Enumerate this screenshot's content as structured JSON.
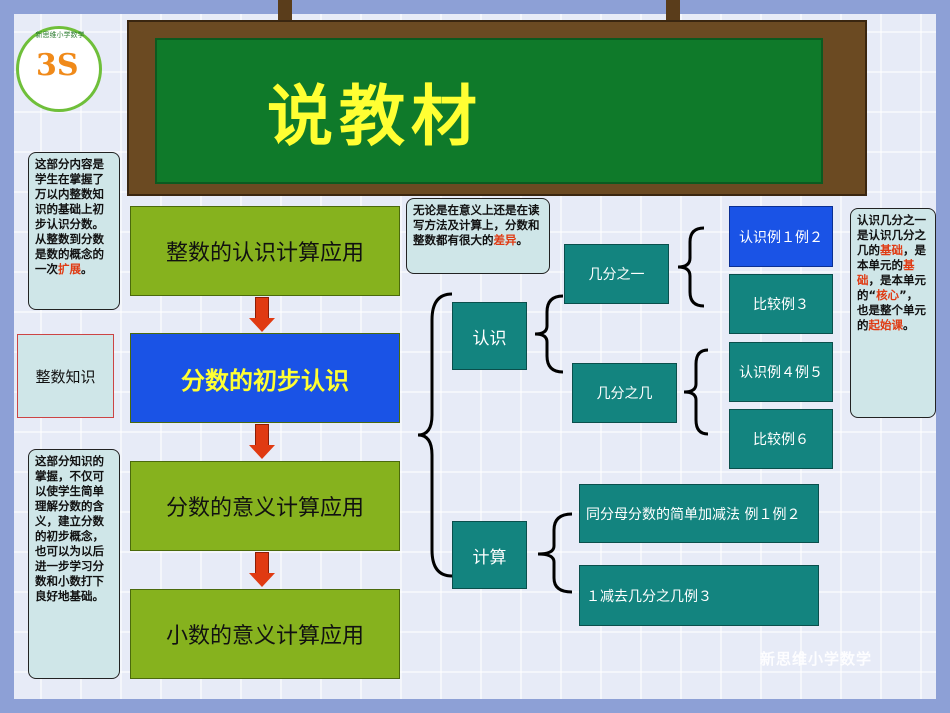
{
  "title": "说教材",
  "logo": {
    "text": "新思维小学数学"
  },
  "watermark": "新思维小学数学",
  "flow": {
    "box1": "整数的认识计算应用",
    "box2": "分数的初步认识",
    "box3": "分数的意义计算应用",
    "box4": "小数的意义计算应用"
  },
  "side_label": "整数知识",
  "callout_top_left": {
    "text": "这部分内容是学生在掌握了万以内整数知识的基础上初步认识分数。从整数到分数是数的概念的一次",
    "highlight": "扩展",
    "end": "。"
  },
  "callout_bottom_left": {
    "text": "这部分知识的掌握，不仅可以使学生简单理解分数的含义，建立分数的初步概念，也可以为以后进一步学习分数和小数打下良好地基础。"
  },
  "callout_middle": {
    "text": "无论是在意义上还是在读写方法及计算上，分数和整数都有很大的",
    "highlight": "差异",
    "end": "。"
  },
  "callout_right": {
    "p1": "认识几分之一是认识几分之几的",
    "h1": "基础",
    "p2": "，是本单元的",
    "h2": "基础",
    "p3": "，是本单元的“",
    "h3": "核心",
    "p4": "”，也是整个单元的",
    "h4": "起始课",
    "p5": "。"
  },
  "tree": {
    "renshi": "认识",
    "jisuan": "计算",
    "jifen_zhiyi": "几分之一",
    "jifen_zhiji": "几分之几",
    "leaf1": "认识例１例２",
    "leaf2": "比较例３",
    "leaf3": "认识例４例５",
    "leaf4": "比较例６",
    "calc1": "同分母分数的简单加减法  例１例２",
    "calc2": "１减去几分之几例３"
  },
  "colors": {
    "green": "#86b21e",
    "blue": "#1a53e6",
    "teal": "#13847f",
    "arrow": "#e03a12",
    "title": "#ffff33"
  }
}
